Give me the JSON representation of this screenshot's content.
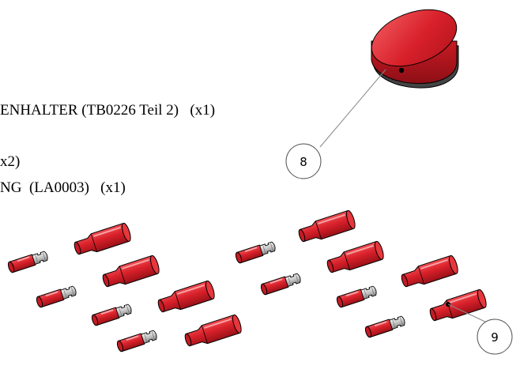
{
  "parts_list": {
    "line_1": "ENHALTER (TB0226 Teil 2)   (x1)",
    "line_2": "x2)",
    "line_3": "NG  (LA0003)   (x1)"
  },
  "callouts": {
    "cap": "8",
    "connectors": "9"
  },
  "colors": {
    "part_red": "#d8202a",
    "part_red_dark": "#a3121a",
    "part_red_light": "#ef4a50",
    "metal_gray": "#c8c8c8",
    "outline": "#000000"
  }
}
